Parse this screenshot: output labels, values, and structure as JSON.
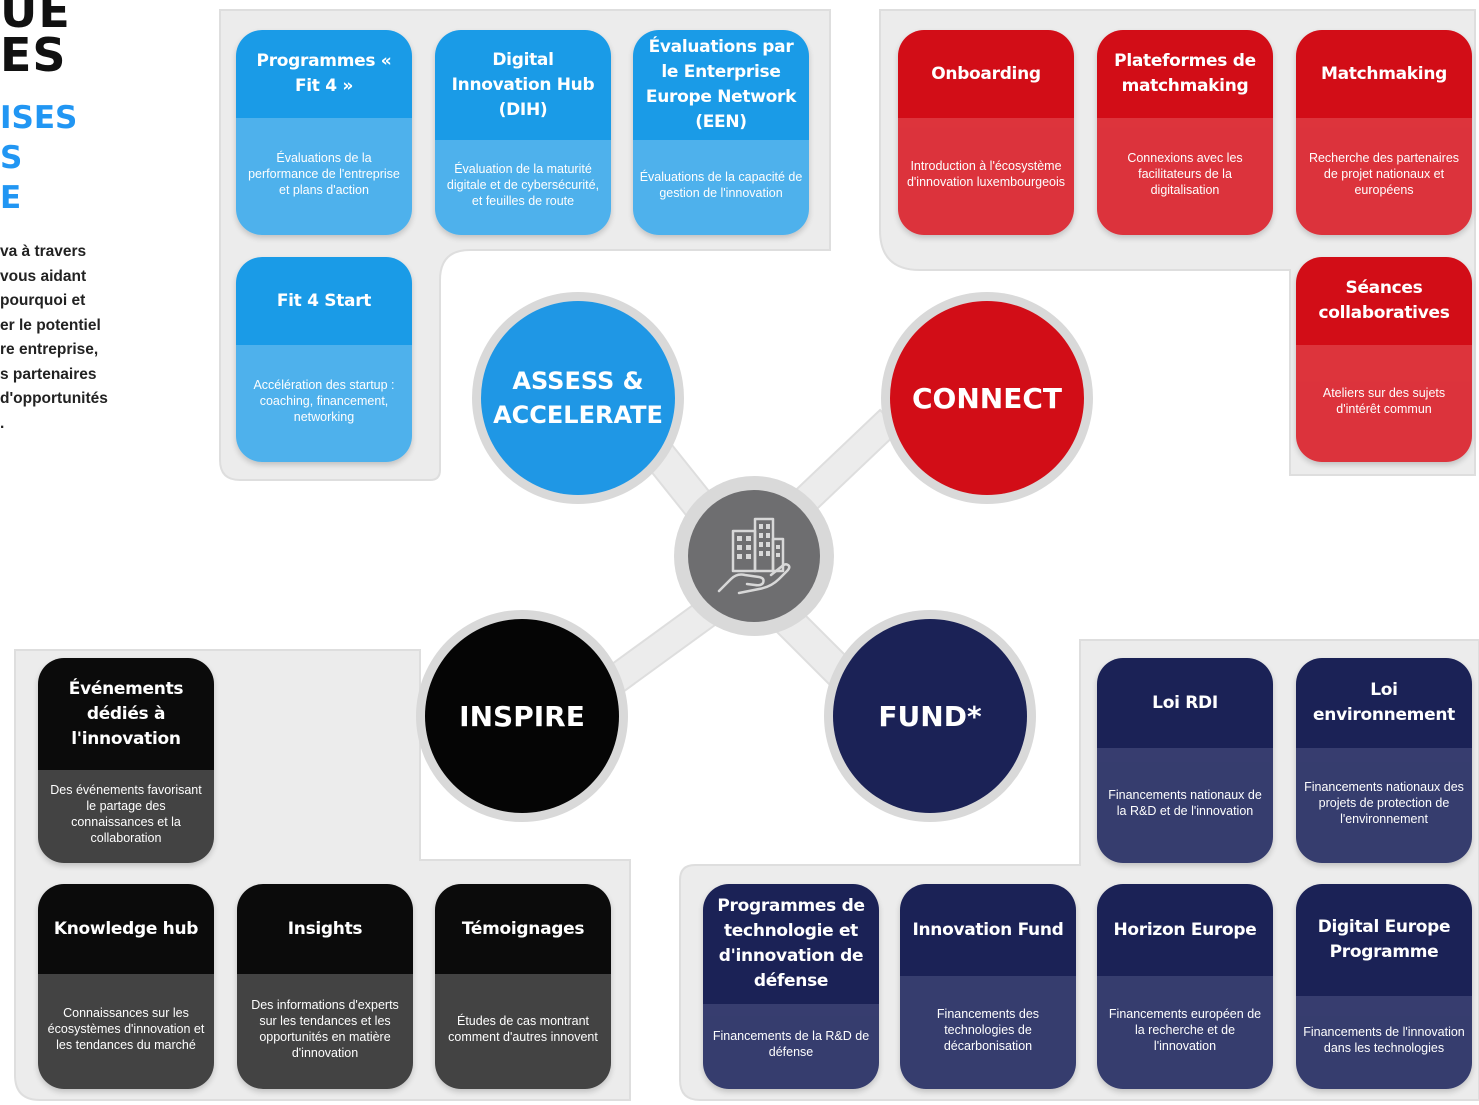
{
  "intro": {
    "title_line1": "UE",
    "title_line2": "ES",
    "subtitle_line1": "ISES",
    "subtitle_line2": "S",
    "subtitle_line3": "E",
    "body_lines": [
      "va à travers",
      "vous aidant",
      "pourquoi et",
      "er le potentiel",
      "re entreprise,",
      "s partenaires",
      "d'opportunités",
      "."
    ]
  },
  "colors": {
    "assess": "#1f97e5",
    "connect": "#d20d17",
    "inspire": "#050505",
    "fund": "#1b2256",
    "center": "#6e6e70",
    "panel": "#ececec"
  },
  "hubs": {
    "assess_line1": "ASSESS &",
    "assess_line2": "ACCELERATE",
    "connect": "CONNECT",
    "inspire": "INSPIRE",
    "fund": "FUND*",
    "center_icon": "buildings-in-hand-icon"
  },
  "assess_cards": [
    {
      "title": "Programmes « Fit 4 »",
      "desc": "Évaluations de la performance de l'entreprise et plans d'action"
    },
    {
      "title": "Digital Innovation Hub (DIH)",
      "desc": "Évaluation de la maturité digitale et de cybersécurité, et feuilles de route"
    },
    {
      "title": "Évaluations par le Enterprise Europe Network (EEN)",
      "desc": "Évaluations de la capacité de gestion de l'innovation"
    },
    {
      "title": "Fit 4 Start",
      "desc": "Accélération des startup : coaching, financement, networking"
    }
  ],
  "connect_cards": [
    {
      "title": "Onboarding",
      "desc": "Introduction à l'écosystème d'innovation luxembourgeois"
    },
    {
      "title": "Plateformes de matchmaking",
      "desc": "Connexions avec les facilitateurs de la digitalisation"
    },
    {
      "title": "Matchmaking",
      "desc": "Recherche des partenaires de projet nationaux et européens"
    },
    {
      "title": "Séances collaboratives",
      "desc": "Ateliers sur des sujets d'intérêt commun"
    }
  ],
  "inspire_cards": [
    {
      "title": "Événements dédiés à l'innovation",
      "desc": "Des événements favorisant le partage des connaissances et la collaboration"
    },
    {
      "title": "Knowledge hub",
      "desc": "Connaissances sur les écosystèmes d'innovation et les tendances du marché"
    },
    {
      "title": "Insights",
      "desc": "Des informations d'experts sur les tendances et les opportunités en matière d'innovation"
    },
    {
      "title": "Témoignages",
      "desc": "Études de cas montrant comment d'autres innovent"
    }
  ],
  "fund_cards": [
    {
      "title": "Loi RDI",
      "desc": "Financements nationaux de la R&D et de l'innovation"
    },
    {
      "title": "Loi environnement",
      "desc": "Financements nationaux des projets de protection de l'environnement"
    },
    {
      "title": "Programmes de technologie et d'innovation de défense",
      "desc": "Financements de la R&D de défense"
    },
    {
      "title": "Innovation Fund",
      "desc": "Financements des technologies de décarbonisation"
    },
    {
      "title": "Horizon Europe",
      "desc": "Financements européen de la recherche et de l'innovation"
    },
    {
      "title": "Digital Europe Programme",
      "desc": "Financements de l'innovation dans les technologies"
    }
  ]
}
